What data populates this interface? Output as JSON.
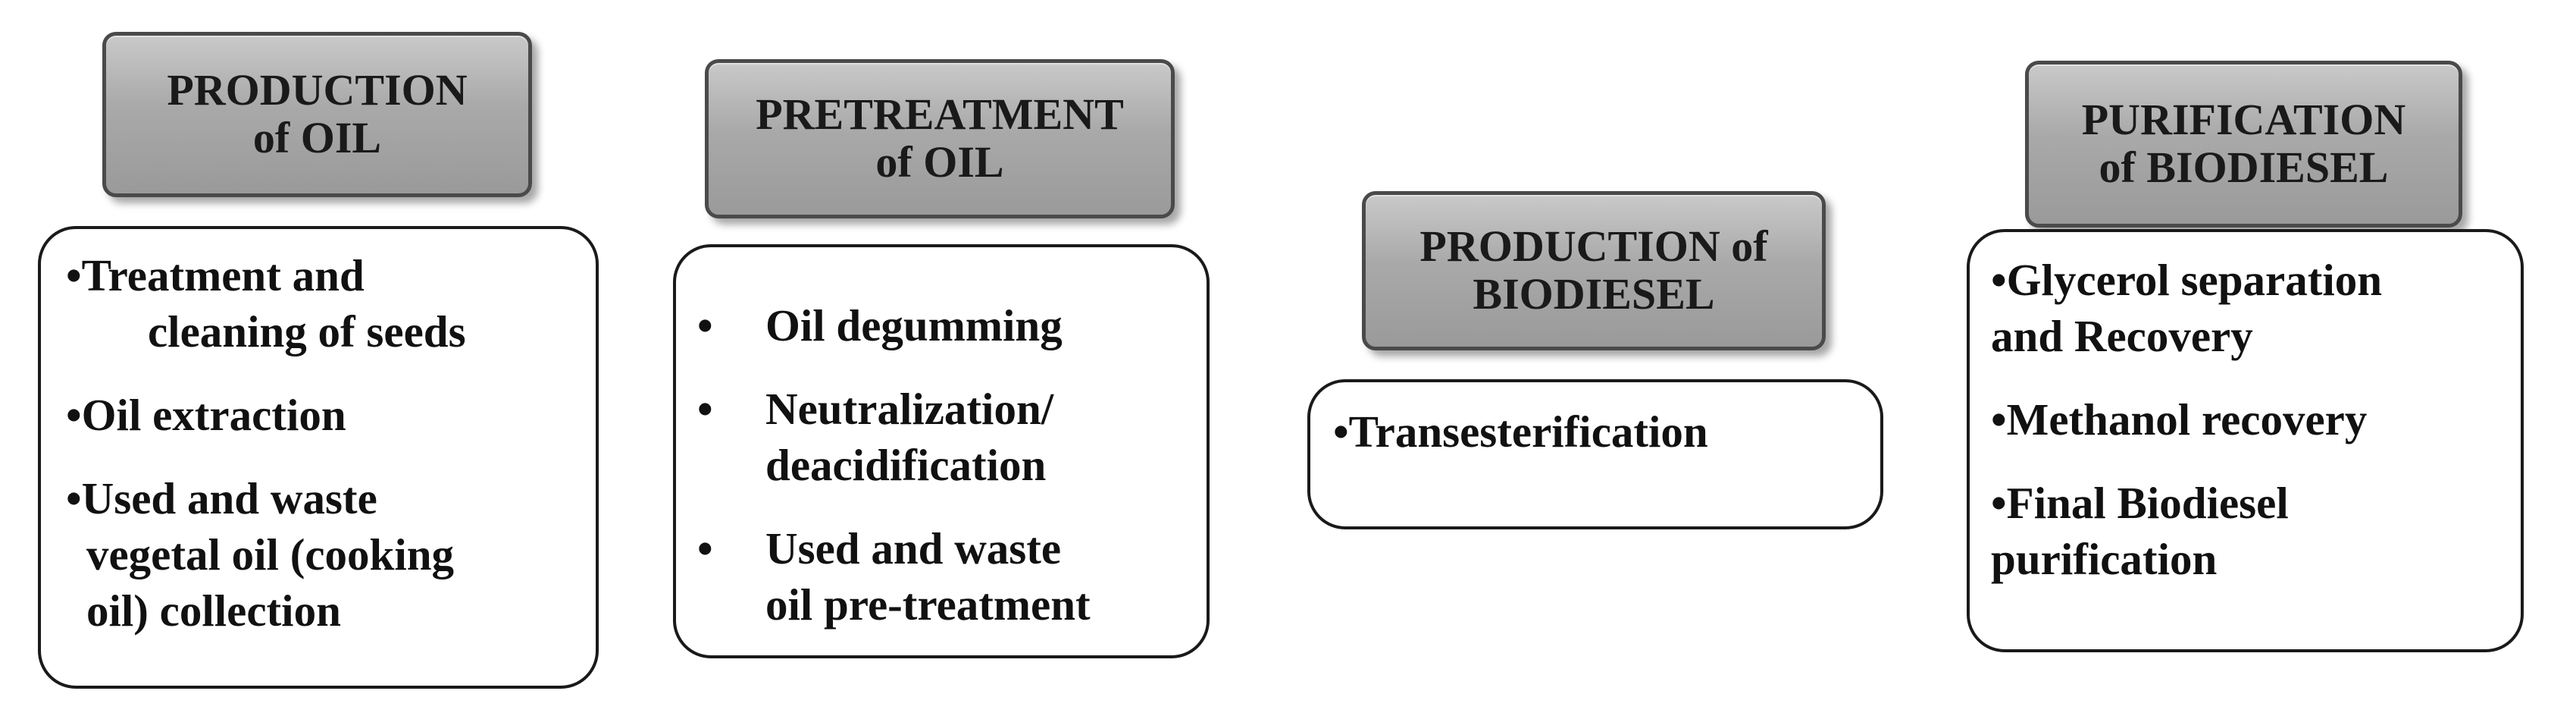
{
  "stages": [
    {
      "header_lines": [
        "PRODUCTION",
        "of OIL"
      ],
      "items": [
        {
          "lines": [
            "•Treatment and",
            "cleaning of seeds"
          ]
        },
        {
          "lines": [
            "•Oil extraction"
          ]
        },
        {
          "lines": [
            "•Used and waste",
            "vegetal oil (cooking",
            "oil)  collection"
          ]
        }
      ]
    },
    {
      "header_lines": [
        "PRETREATMENT",
        "of OIL"
      ],
      "bullet": "•",
      "items": [
        {
          "lines": [
            "Oil degumming"
          ]
        },
        {
          "lines": [
            "Neutralization/",
            "deacidification"
          ]
        },
        {
          "lines": [
            "Used and waste",
            "oil pre-treatment"
          ]
        }
      ]
    },
    {
      "header_lines": [
        "PRODUCTION of",
        "BIODIESEL"
      ],
      "items": [
        {
          "lines": [
            "•Transesterification"
          ]
        }
      ]
    },
    {
      "header_lines": [
        "PURIFICATION",
        "of BIODIESEL"
      ],
      "items": [
        {
          "lines": [
            "•Glycerol separation",
            "and Recovery"
          ]
        },
        {
          "lines": [
            "•Methanol recovery"
          ]
        },
        {
          "lines": [
            "•Final Biodiesel",
            "purification"
          ]
        }
      ]
    }
  ]
}
